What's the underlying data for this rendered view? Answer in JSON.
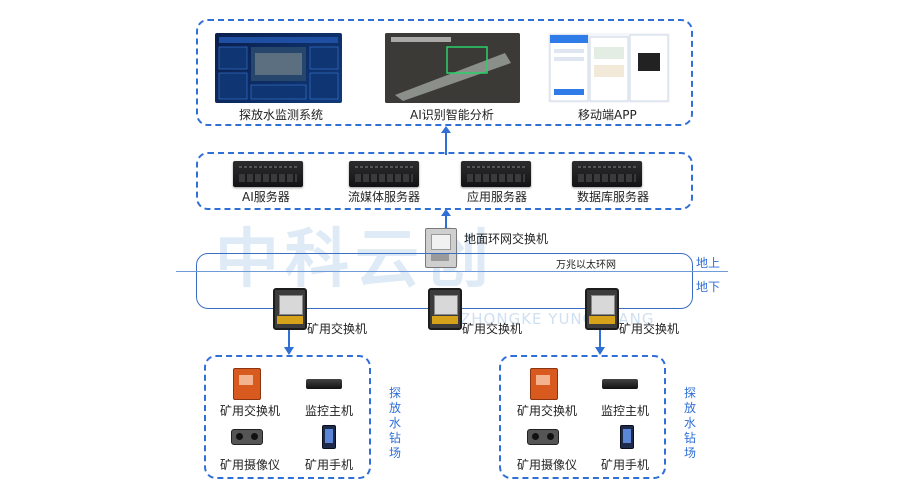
{
  "colors": {
    "accent": "#2f6fd6",
    "orange": "#d85a1f",
    "ring": "#3b6fc4"
  },
  "top": {
    "items": [
      {
        "label": "探放水监测系统"
      },
      {
        "label": "AI识别智能分析"
      },
      {
        "label": "移动端APP"
      }
    ]
  },
  "servers": {
    "items": [
      {
        "label": "AI服务器"
      },
      {
        "label": "流媒体服务器"
      },
      {
        "label": "应用服务器"
      },
      {
        "label": "数据库服务器"
      }
    ]
  },
  "ground_switch": {
    "label": "地面环网交换机"
  },
  "ring": {
    "label": "万兆以太环网"
  },
  "side": {
    "above": "地上",
    "below": "地下"
  },
  "mine_switches": {
    "label": "矿用交换机"
  },
  "site": {
    "devices": {
      "switch": "矿用交换机",
      "host": "监控主机",
      "camera": "矿用摄像仪",
      "phone": "矿用手机"
    },
    "vertical_label": [
      "探",
      "放",
      "水",
      "钻",
      "场"
    ]
  },
  "watermark": {
    "main": "中科云创",
    "sub": "ZHONGKE YUNCHUANG"
  }
}
